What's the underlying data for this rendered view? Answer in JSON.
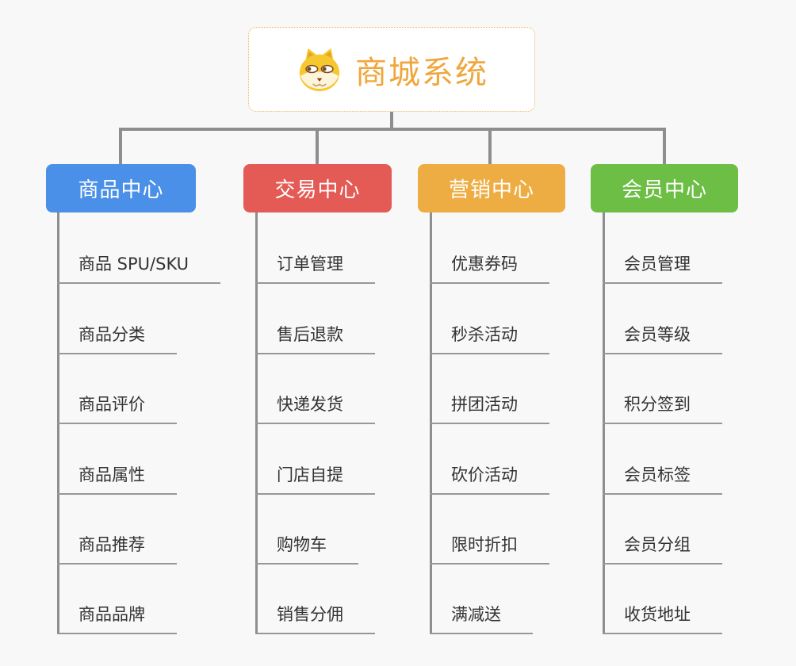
{
  "root": {
    "title": "商城系统",
    "icon": "dog-face-icon"
  },
  "branches": [
    {
      "label": "商品中心",
      "color": "#4a90e8",
      "items": [
        "商品 SPU/SKU",
        "商品分类",
        "商品评价",
        "商品属性",
        "商品推荐",
        "商品品牌"
      ]
    },
    {
      "label": "交易中心",
      "color": "#e45a54",
      "items": [
        "订单管理",
        "售后退款",
        "快递发货",
        "门店自提",
        "购物车",
        "销售分佣"
      ]
    },
    {
      "label": "营销中心",
      "color": "#eead42",
      "items": [
        "优惠券码",
        "秒杀活动",
        "拼团活动",
        "砍价活动",
        "限时折扣",
        "满减送"
      ]
    },
    {
      "label": "会员中心",
      "color": "#6cbe45",
      "items": [
        "会员管理",
        "会员等级",
        "积分签到",
        "会员标签",
        "会员分组",
        "收货地址"
      ]
    }
  ],
  "colors": {
    "background": "#f8f8f8",
    "connector": "#8e8e8e",
    "item_underline": "#979797",
    "item_text": "#333333",
    "root_accent": "#f0a63c",
    "root_border": "#efb45a",
    "branch_text": "#ffffff"
  }
}
